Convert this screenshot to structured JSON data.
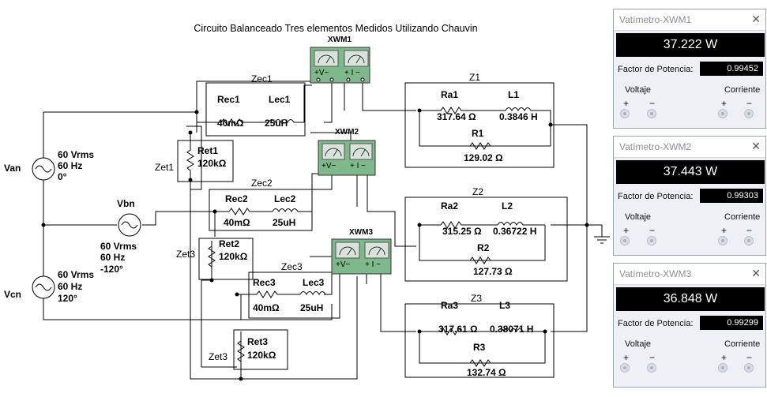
{
  "title": "Circuito Balanceado Tres elementos Medidos Utilizando Chauvin",
  "meters": [
    {
      "name": "XWM1",
      "window_title": "Vatímetro-XWM1",
      "reading": "37.222 W",
      "pf": "0.99452"
    },
    {
      "name": "XWM2",
      "window_title": "Vatímetro-XWM2",
      "reading": "37.443 W",
      "pf": "0.99303"
    },
    {
      "name": "XWM3",
      "window_title": "Vatímetro-XWM3",
      "reading": "36.848 W",
      "pf": "0.99299"
    }
  ],
  "panel_labels": {
    "pf": "Factor de Potencia:",
    "voltage": "Voltaje",
    "current": "Corriente",
    "plus": "+",
    "minus": "−",
    "close": "✕"
  },
  "meter_terminal_text": {
    "v": "+V−",
    "i": "+ I −"
  },
  "sources": [
    {
      "name": "Van",
      "vrms": "60 Vrms",
      "freq": "60 Hz",
      "phase": "0°"
    },
    {
      "name": "Vbn",
      "vrms": "60 Vrms",
      "freq": "60 Hz",
      "phase": "-120°"
    },
    {
      "name": "Vcn",
      "vrms": "60 Vrms",
      "freq": "60 Hz",
      "phase": "120°"
    }
  ],
  "lines": [
    {
      "zec": "Zec1",
      "rec": "Rec1",
      "rec_val": "40mΩ",
      "lec": "Lec1",
      "lec_val": "25uH",
      "zet": "Zet1",
      "ret": "Ret1",
      "ret_val": "120kΩ"
    },
    {
      "zec": "Zec2",
      "rec": "Rec2",
      "rec_val": "40mΩ",
      "lec": "Lec2",
      "lec_val": "25uH",
      "zet": "Zet3",
      "ret": "Ret2",
      "ret_val": "120kΩ"
    },
    {
      "zec": "Zec3",
      "rec": "Rec3",
      "rec_val": "40mΩ",
      "lec": "Lec3",
      "lec_val": "25uH",
      "zet": "Zet3",
      "ret": "Ret3",
      "ret_val": "120kΩ"
    }
  ],
  "loads": [
    {
      "z": "Z1",
      "ra": "Ra1",
      "ra_val": "317.64 Ω",
      "l": "L1",
      "l_val": "0.3846 H",
      "r": "R1",
      "r_val": "129.02 Ω"
    },
    {
      "z": "Z2",
      "ra": "Ra2",
      "ra_val": "315.25 Ω",
      "l": "L2",
      "l_val": "0.36722 H",
      "r": "R2",
      "r_val": "127.73 Ω"
    },
    {
      "z": "Z3",
      "ra": "Ra3",
      "ra_val": "317.61 Ω",
      "l": "L3",
      "l_val": "0.38071 H",
      "r": "R3",
      "r_val": "132.74 Ω"
    }
  ]
}
